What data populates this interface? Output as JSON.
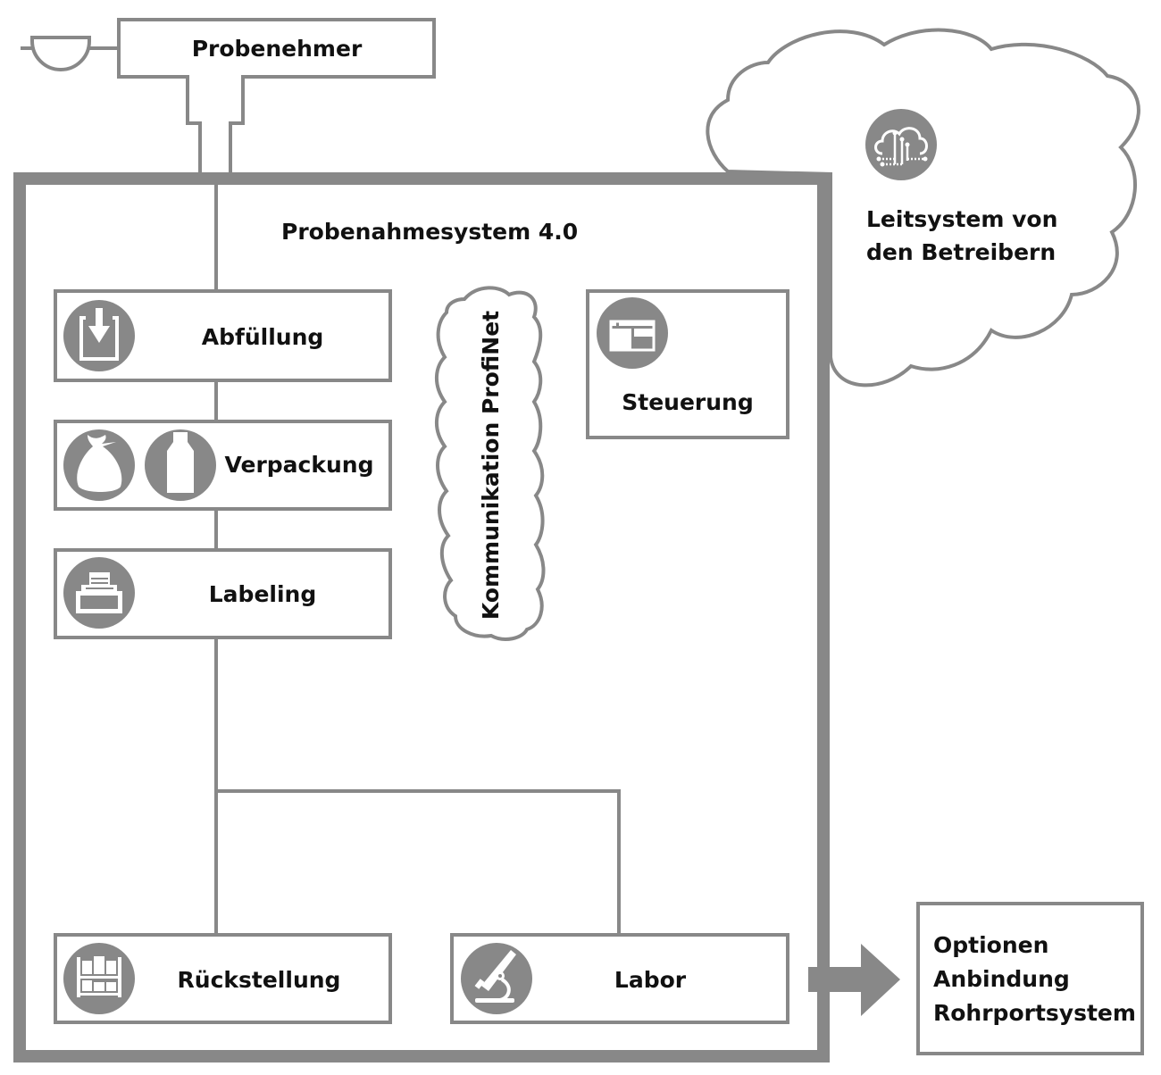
{
  "colors": {
    "line": "#888888",
    "icon_background": "#888888",
    "icon_foreground": "#ffffff",
    "text": "#111111",
    "background": "#ffffff"
  },
  "sampler": {
    "label": "Probenehmer",
    "icon": "sampling-cup-icon"
  },
  "system": {
    "title": "Probenahmesystem 4.0"
  },
  "modules": {
    "filling": {
      "label": "Abfüllung",
      "icon": "filling-arrow-icon"
    },
    "packaging": {
      "label": "Verpackung",
      "icons": [
        "sack-icon",
        "bottle-icon"
      ]
    },
    "labeling": {
      "label": "Labeling",
      "icon": "label-printer-icon"
    },
    "retention": {
      "label": "Rückstellung",
      "icon": "storage-shelf-icon"
    },
    "lab": {
      "label": "Labor",
      "icon": "microscope-icon"
    },
    "control": {
      "label": "Steuerung",
      "icon": "control-panel-icon"
    }
  },
  "communication": {
    "label": "Kommunikation ProfiNet"
  },
  "operator_cloud": {
    "label_line1": "Leitsystem von",
    "label_line2": "den Betreibern",
    "icon": "cloud-network-icon"
  },
  "options": {
    "line1": "Optionen",
    "line2": "Anbindung",
    "line3": "Rohrportsystem"
  }
}
